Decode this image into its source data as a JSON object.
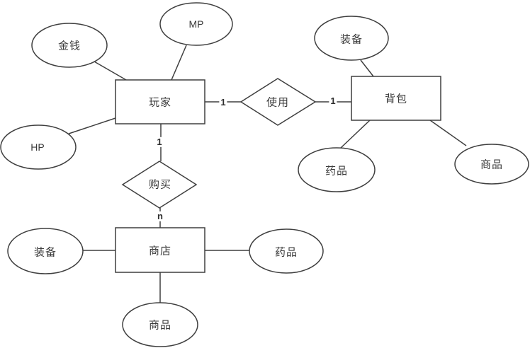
{
  "diagram": {
    "type": "entity-relationship",
    "entities": {
      "player": {
        "label": "玩家"
      },
      "backpack": {
        "label": "背包"
      },
      "shop": {
        "label": "商店"
      }
    },
    "relationships": {
      "use": {
        "label": "使用"
      },
      "buy": {
        "label": "购买"
      }
    },
    "attributes": {
      "money": {
        "label": "金钱"
      },
      "mp": {
        "label": "MP"
      },
      "hp": {
        "label": "HP"
      },
      "backpack_equipment": {
        "label": "装备"
      },
      "backpack_medicine": {
        "label": "药品"
      },
      "backpack_goods": {
        "label": "商品"
      },
      "shop_equipment": {
        "label": "装备"
      },
      "shop_medicine": {
        "label": "药品"
      },
      "shop_goods": {
        "label": "商品"
      }
    },
    "cardinalities": {
      "player_use": "1",
      "use_backpack": "1",
      "player_buy": "1",
      "buy_shop": "n"
    },
    "colors": {
      "stroke": "#3f3f3f",
      "text": "#3a3a3a",
      "background": "#ffffff"
    }
  }
}
